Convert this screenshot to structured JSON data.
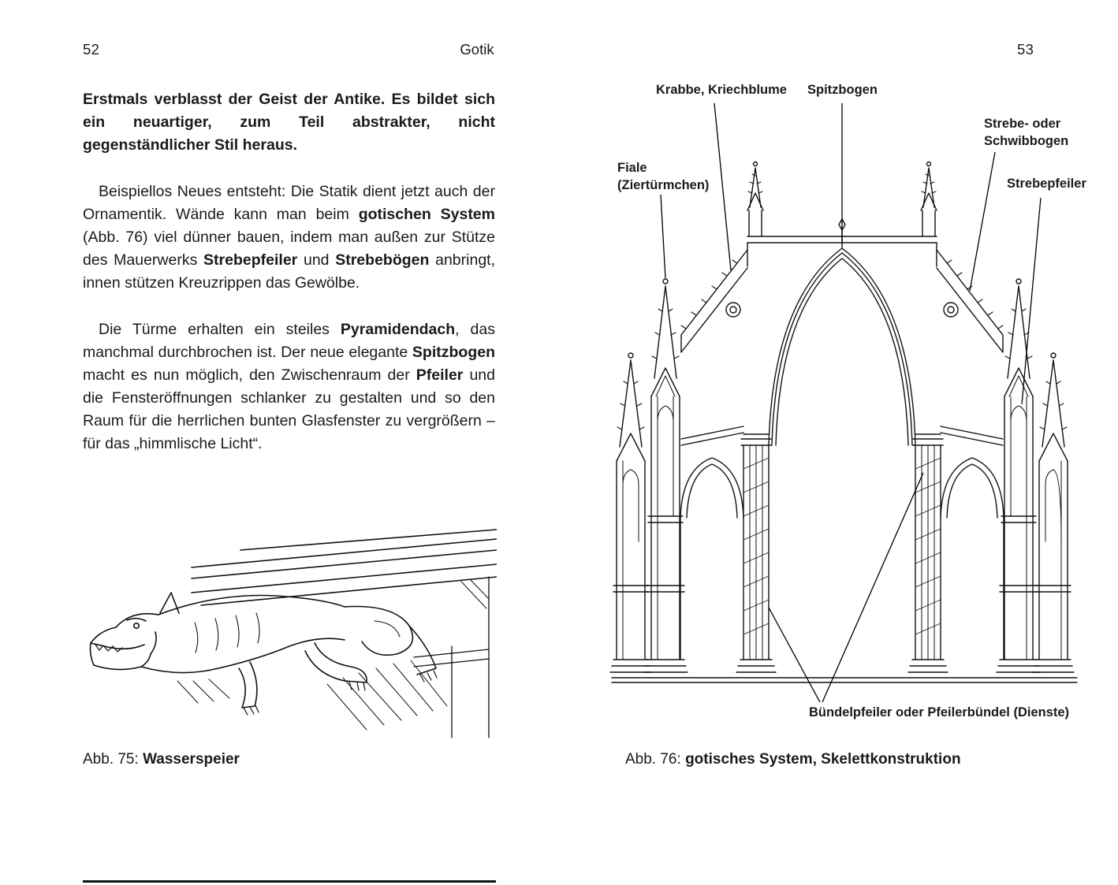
{
  "page": {
    "left_number": "52",
    "running_head": "Gotik",
    "right_number": "53"
  },
  "left_page": {
    "paragraphs": [
      {
        "segments": [
          {
            "t": "Erstmals verblasst der Geist der Antike. Es bildet sich ein neuartiger, zum Teil abstrakter, nicht gegenständlicher Stil heraus.",
            "b": true
          }
        ]
      },
      {
        "segments": [
          {
            "t": "Beispiellos Neues entsteht: Die Statik dient jetzt auch der Ornamentik. Wände kann man beim ",
            "b": false
          },
          {
            "t": "gotischen System",
            "b": true
          },
          {
            "t": " (Abb. 76) viel dünner bauen, indem man außen zur Stütze des Mauerwerks ",
            "b": false
          },
          {
            "t": "Strebepfeiler",
            "b": true
          },
          {
            "t": " und ",
            "b": false
          },
          {
            "t": "Strebebögen",
            "b": true
          },
          {
            "t": " anbringt, innen stützen Kreuzrippen das Gewölbe.",
            "b": false
          }
        ]
      },
      {
        "segments": [
          {
            "t": "Die Türme erhalten ein steiles ",
            "b": false
          },
          {
            "t": "Pyramidendach",
            "b": true
          },
          {
            "t": ", das manchmal durchbrochen ist. Der neue elegante ",
            "b": false
          },
          {
            "t": "Spitzbogen",
            "b": true
          },
          {
            "t": " macht es nun möglich, den Zwischenraum der ",
            "b": false
          },
          {
            "t": "Pfeiler",
            "b": true
          },
          {
            "t": " und die Fensteröffnungen schlanker zu gestalten und so den Raum für die herrlichen bunten Glasfenster zu vergrößern – für das „himmlische Licht“.",
            "b": false
          }
        ]
      }
    ],
    "figure_caption": {
      "prefix": "Abb. 75: ",
      "title": "Wasserspeier"
    }
  },
  "right_page": {
    "labels": {
      "krabbe": "Krabbe, Kriechblume",
      "spitzbogen": "Spitzbogen",
      "strebebogen_lines": [
        "Strebe- oder",
        "Schwibbogen"
      ],
      "fiale_lines": [
        "Fiale",
        "(Ziertürmchen)"
      ],
      "strebepfeiler": "Strebepfeiler",
      "buendelpfeiler": "Bündelpfeiler oder Pfeilerbündel (Dienste)"
    },
    "figure_caption": {
      "prefix": "Abb. 76: ",
      "title": "gotisches System, Skelettkonstruktion"
    }
  },
  "colors": {
    "text": "#1a1a1a",
    "line_art": "#111111",
    "background": "#ffffff"
  }
}
